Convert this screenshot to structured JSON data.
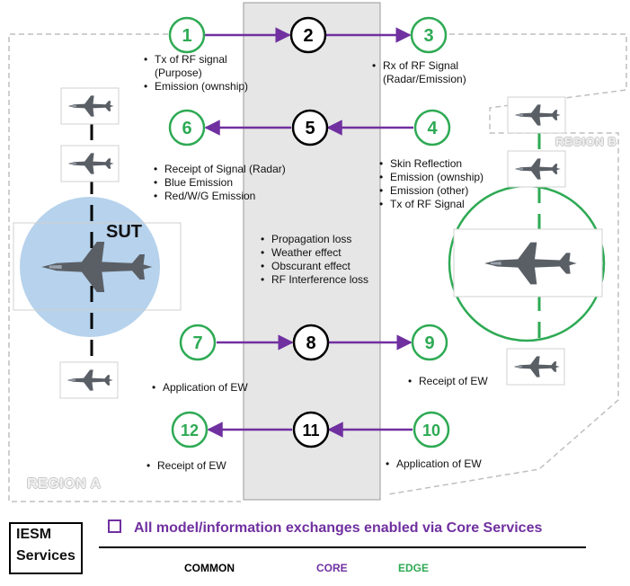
{
  "nodes": [
    {
      "id": "1",
      "role": "edge"
    },
    {
      "id": "2",
      "role": "common"
    },
    {
      "id": "3",
      "role": "edge"
    },
    {
      "id": "4",
      "role": "edge"
    },
    {
      "id": "5",
      "role": "common"
    },
    {
      "id": "6",
      "role": "edge"
    },
    {
      "id": "7",
      "role": "edge"
    },
    {
      "id": "8",
      "role": "common"
    },
    {
      "id": "9",
      "role": "edge"
    },
    {
      "id": "10",
      "role": "edge"
    },
    {
      "id": "11",
      "role": "common"
    },
    {
      "id": "12",
      "role": "edge"
    }
  ],
  "lists": {
    "n1": [
      "Tx of RF signal",
      "(Purpose)",
      "Emission (ownship)"
    ],
    "n3": [
      "Rx of RF Signal",
      "(Radar/Emission)"
    ],
    "n6": [
      "Receipt of Signal (Radar)",
      "Blue Emission",
      "Red/W/G Emission"
    ],
    "n4": [
      "Skin Reflection",
      "Emission (ownship)",
      "Emission (other)",
      "Tx of RF Signal"
    ],
    "core": [
      "Propagation loss",
      "Weather effect",
      "Obscurant effect",
      "RF Interference loss"
    ],
    "n7": [
      "Application of EW"
    ],
    "n9": [
      "Receipt of EW"
    ],
    "n12": [
      "Receipt of EW"
    ],
    "n10": [
      "Application of EW"
    ]
  },
  "labels": {
    "sut": "SUT",
    "region_a": "REGION A",
    "region_b": "REGION B"
  },
  "footer": {
    "iesm_line1": "IESM",
    "iesm_line2": "Services",
    "banner": "All model/information exchanges enabled via Core Services",
    "legend_common": "COMMON",
    "legend_core": "CORE",
    "legend_edge": "EDGE"
  },
  "colors": {
    "edge": "#2eaa54",
    "core": "#7030a0",
    "common": "#000000",
    "core_band": "#e6e6e6",
    "sut_circle": "#9dc3e6",
    "region_dash": "#bfbfbf"
  },
  "icons": [
    "fighter-jet-icon"
  ]
}
